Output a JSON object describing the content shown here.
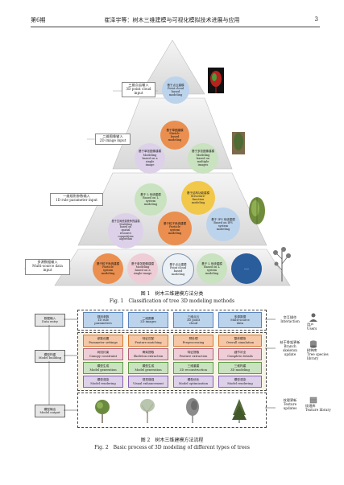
{
  "header": {
    "issue": "第6期",
    "running_title": "崔泽宇等：树木三维建模与可视化模拟技术进展与应用",
    "page": "3"
  },
  "fig1": {
    "caption_cn": "图 1　树木三维建模方法分类",
    "caption_en": "Fig. 1　Classification of tree 3D modeling methods",
    "levels": [
      {
        "label": "三维点云输入\n3D point cloud\ninput",
        "methods": [
          "基于点云建模\nPoint cloud\nbased\nmodeling"
        ]
      },
      {
        "label": "二维图像输入\n2D image input",
        "methods": [
          "基于草图建模\nSketch-\nbased\nmodeling",
          "基于单张图像建模\nModeling\nbased on a\nsingle\nimage",
          "基于多张图像建模\nModeling\nbased on\nmultiple\nimages"
        ]
      },
      {
        "label": "一维规则参数输入\n1D rule parameter input",
        "methods": [
          "基于 L 系统建模\nBased on L\nsystem\nmodeling",
          "基于结构功能建模\nStructure-\nfunction\nmodeling",
          "基于空间资源竞争的建模\nModeling\nbased on\nspatial\nresource\ncompetition\nalgorithm",
          "基于粒子系统建模\nParticle\nsystem\nmodeling",
          "基于 IFS 系统建模\nBased on IFS\nsystem\nmodeling"
        ]
      },
      {
        "label": "多源数据输入\nMulti-source data\ninput",
        "methods": [
          "基于粒子系统建模\nParticle\nsystem\nmodeling",
          "基于单张图像建模\nModeling\nbased on a\nsingle image",
          "基于点云建模\nPoint cloud\nbased\nmodeling",
          "基于 L 系统建模\nBased on L\nsystem\nmodeling",
          "…"
        ]
      }
    ]
  },
  "fig2": {
    "caption_cn": "图 2　树木三维建模方法流程",
    "caption_en": "Fig. 2　Basic process of 3D modeling of different types of trees",
    "left_labels": [
      "数据输入\nData entry",
      "模型构建\nModel building",
      "模型输出\nModel output"
    ],
    "inputs": [
      "规则参数\n1D rule\nparameters",
      "二维图像\n2D images",
      "三维点云\n3D point\ncloud",
      "多源数据\nMulti-source\ndata"
    ],
    "grid": [
      [
        "参数设置\nParameter settings",
        "特征匹配\nFeature matching",
        "预处理\nPreprocessing",
        "整体模拟\nOverall simulation"
      ],
      [
        "树冠约束\nCanopy constraint",
        "骨架提取\nSkeleton extraction",
        "特征提取\nFeature extraction",
        "细节补全\nComplete details"
      ],
      [
        "模型生成\nModel generation",
        "模型生成\nModel generation",
        "三维重建\n3D reconstruction",
        "三维构建\n3D modeling"
      ],
      [
        "模型渲染\nModel rendering",
        "视觉增强\nVisual enhancement",
        "模型优化\nModel optimization",
        "模型渲染\nModel rendering"
      ]
    ],
    "right_text": [
      "交互操作\nInteraction",
      "枝干骨架更新\nBranch\nskeleton\nupdate",
      "纹理更新\nTexture\nupdates"
    ],
    "right_labels": [
      "用户\nUsers",
      "树种库\nTree species\nlibrary",
      "纹理库\nTexture library"
    ]
  }
}
